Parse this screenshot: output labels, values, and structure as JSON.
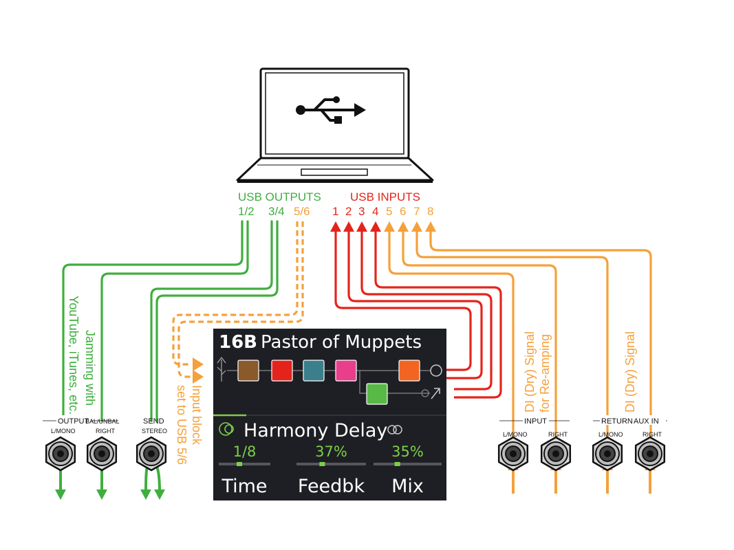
{
  "colors": {
    "green": "#3fae3f",
    "red": "#e4241b",
    "orange": "#f5a03a",
    "screen_bg": "#1e1f24",
    "accent_green": "#7cd04a"
  },
  "icons": [
    "usb-icon",
    "laptop-icon",
    "jack-icon"
  ],
  "usb": {
    "outputs_label": "USB OUTPUTS",
    "inputs_label": "USB INPUTS",
    "outputs": [
      "1/2",
      "3/4",
      "5/6"
    ],
    "inputs": [
      "1",
      "2",
      "3",
      "4",
      "5",
      "6",
      "7",
      "8"
    ]
  },
  "annotations": {
    "jamming": [
      "Jamming with",
      "YouTube, iTunes, etc."
    ],
    "input_block": [
      "Input block",
      "set to USB 5/6"
    ],
    "di_reamp": [
      "DI (Dry) Signal",
      "for Re-amping"
    ],
    "di_signal": "DI (Dry) Signal"
  },
  "jacks": {
    "output_title": "OUTPUT",
    "output_lmono": "L/MONO",
    "output_bal": "BAL/UNBAL",
    "output_right": "RIGHT",
    "send_title": "SEND",
    "send_stereo": "STEREO",
    "input_title": "INPUT",
    "input_lmono": "L/MONO",
    "input_right": "RIGHT",
    "return_title": "RETURN",
    "auxin_title": "AUX IN",
    "return_lmono": "L/MONO",
    "auxin_right": "RIGHT"
  },
  "screen": {
    "preset_number": "16B",
    "preset_name": "Pastor of Muppets",
    "block_name": "Harmony Delay",
    "params": [
      {
        "label": "Time",
        "value": "1/8",
        "fill": 0.4
      },
      {
        "label": "Feedbk",
        "value": "37%",
        "fill": 0.37
      },
      {
        "label": "Mix",
        "value": "35%",
        "fill": 0.35
      }
    ],
    "blocks": [
      {
        "color": "#8a5a2b"
      },
      {
        "color": "#e4241b"
      },
      {
        "color": "#3c7f8c"
      },
      {
        "color": "#e83e8c"
      },
      {
        "color": "#f26422"
      },
      {
        "color": "#58b947"
      }
    ]
  }
}
